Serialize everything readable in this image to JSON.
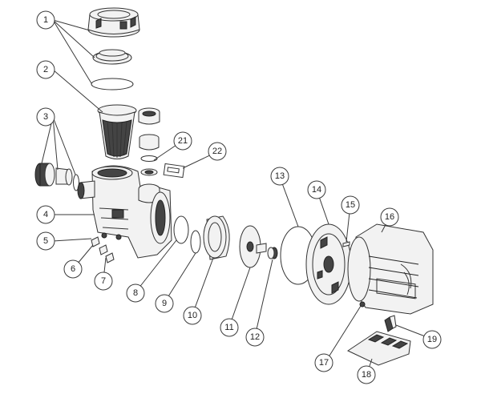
{
  "callouts": [
    {
      "id": "c1",
      "label": "1"
    },
    {
      "id": "c2",
      "label": "2"
    },
    {
      "id": "c3",
      "label": "3"
    },
    {
      "id": "c4",
      "label": "4"
    },
    {
      "id": "c5",
      "label": "5"
    },
    {
      "id": "c6",
      "label": "6"
    },
    {
      "id": "c7",
      "label": "7"
    },
    {
      "id": "c8",
      "label": "8"
    },
    {
      "id": "c9",
      "label": "9"
    },
    {
      "id": "c10",
      "label": "10"
    },
    {
      "id": "c11",
      "label": "11"
    },
    {
      "id": "c12",
      "label": "12"
    },
    {
      "id": "c13",
      "label": "13"
    },
    {
      "id": "c14",
      "label": "14"
    },
    {
      "id": "c15",
      "label": "15"
    },
    {
      "id": "c16",
      "label": "16"
    },
    {
      "id": "c17",
      "label": "17"
    },
    {
      "id": "c18",
      "label": "18"
    },
    {
      "id": "c19",
      "label": "19"
    },
    {
      "id": "c21",
      "label": "21"
    },
    {
      "id": "c22",
      "label": "22"
    }
  ]
}
